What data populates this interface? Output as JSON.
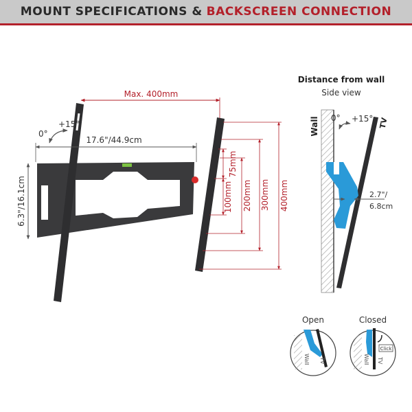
{
  "header": {
    "title_part1": "MOUNT SPECIFICATIONS &",
    "title_part2": "BACKSCREEN CONNECTION"
  },
  "front_view": {
    "max_width": "Max. 400mm",
    "tilt_max": "+15°",
    "tilt_min": "0°",
    "plate_width": "17.6\"/44.9cm",
    "plate_height": "6.3\"/16.1cm",
    "vesa_heights": [
      "75mm",
      "100mm",
      "200mm",
      "300mm",
      "400mm"
    ]
  },
  "side_view": {
    "title": "Distance from wall",
    "subtitle": "Side view",
    "wall_label": "Wall",
    "tv_label": "TV",
    "tilt_min": "0°",
    "tilt_max": "+15°",
    "distance_line1": "2.7\"/",
    "distance_line2": "6.8cm"
  },
  "connection": {
    "open_label": "Open",
    "closed_label": "Closed",
    "wall_label": "Wall",
    "tv_label": "TV",
    "click_label": "Click"
  },
  "colors": {
    "accent_red": "#b3202a",
    "mount_blue": "#2a9ad8",
    "metal": "#3a3a3c"
  }
}
